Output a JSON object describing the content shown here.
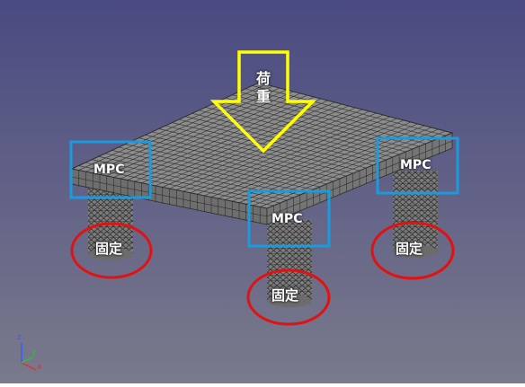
{
  "viewport": {
    "background_top": "#4a4a82",
    "background_bottom": "#7a7a8c"
  },
  "mesh": {
    "plate_top_color": "#8c8c8c",
    "plate_side_color": "#6e6e6e",
    "pillar_color": "#7c7c7c",
    "mesh_line_color": "#2e2e2e"
  },
  "load_arrow": {
    "label_line1": "荷",
    "label_line2": "重",
    "color": "#ffff00"
  },
  "constraints": {
    "mpc_label": "MPC",
    "mpc_color": "#1a9be0",
    "fix_label": "固定",
    "fix_color": "#e01212"
  },
  "axis_triad": {
    "x_label": "x",
    "y_label": "y",
    "z_label": "z",
    "x_color": "#e03030",
    "y_color": "#30c030",
    "z_color": "#3060ff"
  }
}
